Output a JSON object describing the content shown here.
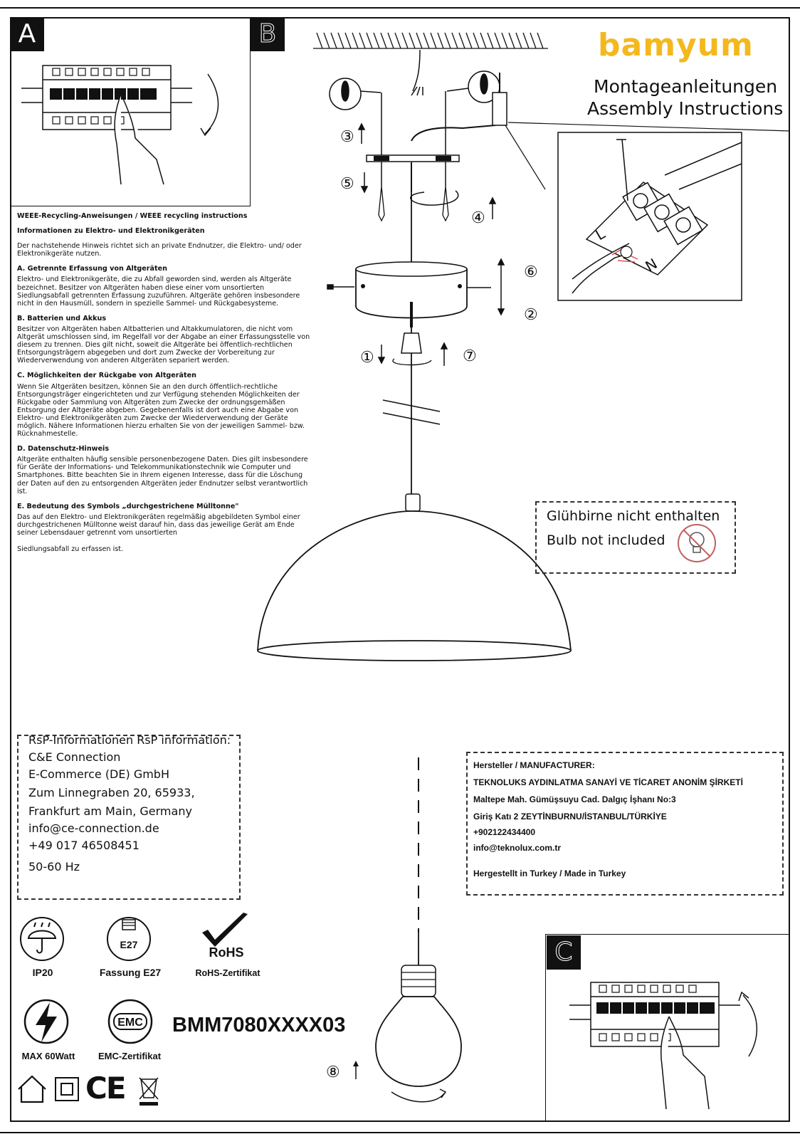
{
  "brand": "bamyum",
  "title": {
    "de": "Montageanleitungen",
    "en": "Assembly Instructions"
  },
  "panels": {
    "a": "A",
    "b": "B",
    "c": "C"
  },
  "steps": [
    "①",
    "②",
    "③",
    "④",
    "⑤",
    "⑥",
    "⑦",
    "⑧"
  ],
  "wiring": {
    "l": "L",
    "n": "N"
  },
  "weee": {
    "title": "WEEE-Recycling-Anweisungen / WEEE recycling instructions",
    "info_heading": "Informationen zu Elektro- und Elektronikgeräten",
    "intro": "Der nachstehende Hinweis richtet sich an private Endnutzer, die Elektro- und/ oder Elektronikgeräte nutzen.",
    "sections": [
      {
        "heading": "A. Getrennte Erfassung von Altgeräten",
        "text": "Elektro- und Elektronikgeräte, die zu Abfall geworden sind, werden als Altgeräte bezeichnet. Besitzer von Altgeräten haben diese einer vom unsortierten Siedlungsabfall getrennten Erfassung zuzuführen. Altgeräte gehören insbesondere nicht in den Hausmüll, sondern in spezielle Sammel- und Rückgabesysteme."
      },
      {
        "heading": "B. Batterien und Akkus",
        "text": "Besitzer von Altgeräten haben Altbatterien und Altakkumulatoren, die nicht vom Altgerät umschlossen sind, im Regelfall vor der Abgabe an einer Erfassungsstelle von diesem zu trennen. Dies gilt nicht, soweit die Altgeräte bei öffentlich-rechtlichen Entsorgungsträgern abgegeben und dort zum Zwecke der Vorbereitung zur Wiederverwendung von anderen Altgeräten separiert werden."
      },
      {
        "heading": "C. Möglichkeiten der Rückgabe von Altgeräten",
        "text": "Wenn Sie Altgeräten besitzen, können Sie an den durch öffentlich-rechtliche Entsorgungsträger eingerichteten und zur Verfügung stehenden Möglichkeiten der Rückgabe oder Sammlung von Altgeräten zum Zwecke der ordnungsgemäßen Entsorgung der Altgeräte abgeben. Gegebenenfalls ist dort auch eine Abgabe von Elektro- und Elektronikgeräten zum Zwecke der Wiederverwendung der Geräte möglich. Nähere Informationen hierzu erhalten Sie von der jeweiligen Sammel- bzw. Rücknahmestelle."
      },
      {
        "heading": "D. Datenschutz-Hinweis",
        "text": "Altgeräte enthalten häufig sensible personenbezogene Daten. Dies gilt insbesondere für Geräte der Informations- und Telekommunikationstechnik wie Computer und Smartphones. Bitte beachten Sie in Ihrem eigenen Interesse, dass für die Löschung der Daten auf den zu entsorgenden Altgeräten jeder Endnutzer selbst verantwortlich ist."
      },
      {
        "heading": "E. Bedeutung des Symbols „durchgestrichene Mülltonne\"",
        "text": "Das auf den Elektro- und Elektronikgeräten regelmäßig abgebildeten Symbol einer durchgestrichenen Mülltonne weist darauf hin, dass das jeweilige Gerät am Ende seiner Lebensdauer getrennt vom unsortierten"
      }
    ],
    "closing": "Siedlungsabfall zu erfassen ist."
  },
  "bulb_notice": {
    "de": "Glühbirne nicht enthalten",
    "en": "Bulb not included"
  },
  "rsp": {
    "heading": "RsP-Informationen RsP information:",
    "lines": [
      "C&E Connection",
      "E-Commerce (DE) GmbH",
      "Zum Linnegraben 20, 65933,",
      "Frankfurt am Main, Germany",
      "info@ce-connection.de",
      "+49 017 46508451",
      "50-60 Hz"
    ]
  },
  "manufacturer": {
    "heading": "Hersteller / MANUFACTURER:",
    "lines": [
      "TEKNOLUKS AYDINLATMA SANAYİ VE TİCARET ANONİM ŞİRKETİ",
      "Maltepe Mah. Gümüşsuyu Cad. Dalgıç İşhanı No:3",
      "Giriş Katı 2 ZEYTİNBURNU/İSTANBUL/TÜRKİYE",
      "+902122434400",
      "info@teknolux.com.tr"
    ],
    "origin": "Hergestellt in Turkey / Made in Turkey"
  },
  "icons": {
    "ip": {
      "icon": "umbrella-rain-icon",
      "label": "IP20"
    },
    "socket": {
      "icon": "e27-socket-icon",
      "text": "E27",
      "label": "Fassung E27"
    },
    "rohs": {
      "icon": "rohs-check-icon",
      "text": "RoHS",
      "label": "RoHS-Zertifikat"
    },
    "power": {
      "icon": "lightning-icon",
      "label": "MAX 60Watt"
    },
    "emc": {
      "icon": "emc-icon",
      "text": "EMC",
      "label": "EMC-Zertifikat"
    },
    "ce": "CE"
  },
  "model": "BMM7080XXXX03"
}
